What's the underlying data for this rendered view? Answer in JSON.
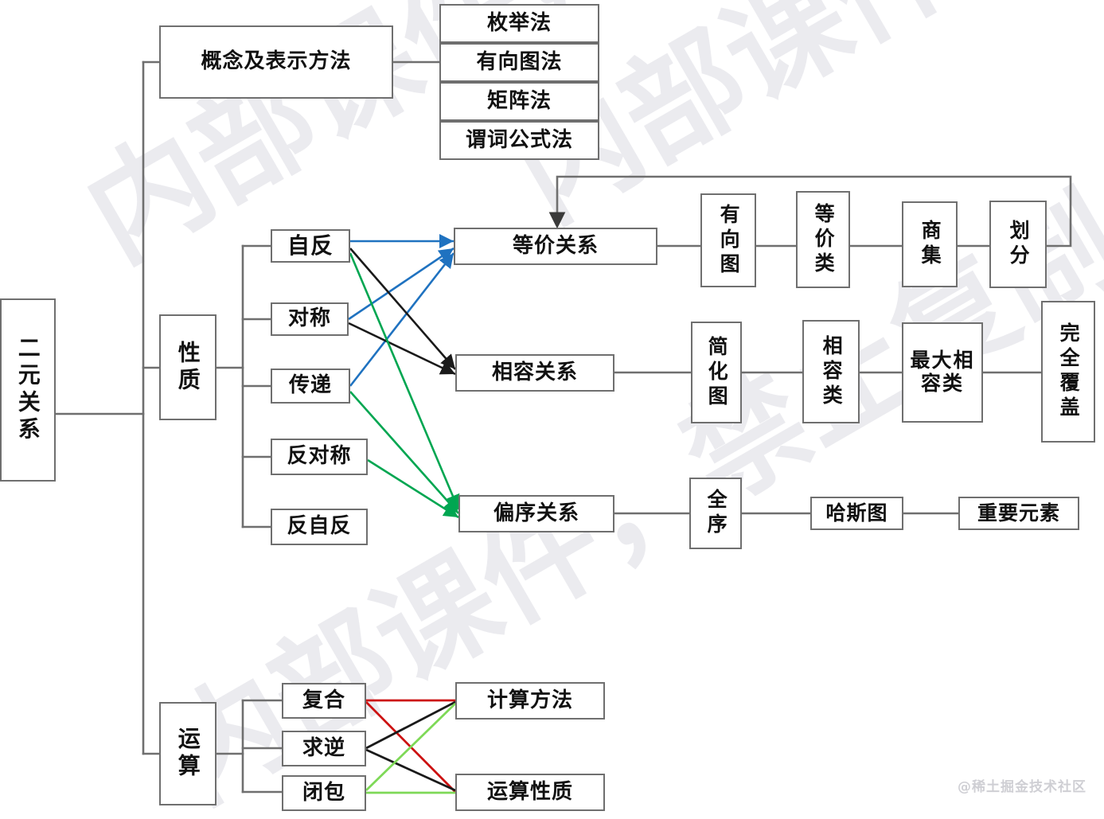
{
  "diagram": {
    "title": "二元关系",
    "root": {
      "label": "二元关系"
    },
    "branches": {
      "concept": {
        "label": "概念及表示方法",
        "children": [
          {
            "label": "枚举法"
          },
          {
            "label": "有向图法"
          },
          {
            "label": "矩阵法"
          },
          {
            "label": "谓词公式法"
          }
        ]
      },
      "properties": {
        "label": "性质",
        "children": [
          {
            "label": "自反"
          },
          {
            "label": "对称"
          },
          {
            "label": "传递"
          },
          {
            "label": "反对称"
          },
          {
            "label": "反自反"
          }
        ]
      },
      "operations": {
        "label": "运算",
        "children": [
          {
            "label": "复合"
          },
          {
            "label": "求逆"
          },
          {
            "label": "闭包"
          }
        ],
        "targets": [
          {
            "label": "计算方法"
          },
          {
            "label": "运算性质"
          }
        ]
      }
    },
    "relations": [
      {
        "label": "等价关系",
        "from_properties": [
          "自反",
          "对称",
          "传递"
        ],
        "edge_color": "#1f72c0",
        "chain": [
          {
            "label": "有向图"
          },
          {
            "label": "等价类"
          },
          {
            "label": "商集"
          },
          {
            "label": "划分"
          }
        ],
        "feedback": true
      },
      {
        "label": "相容关系",
        "from_properties": [
          "自反",
          "对称"
        ],
        "edge_color": "#1a1a1a",
        "chain": [
          {
            "label": "简化图"
          },
          {
            "label": "相容类"
          },
          {
            "label": "最大相容类"
          },
          {
            "label": "完全覆盖"
          }
        ],
        "feedback": false
      },
      {
        "label": "偏序关系",
        "from_properties": [
          "自反",
          "传递",
          "反对称"
        ],
        "edge_color": "#00a651",
        "chain": [
          {
            "label": "全序"
          },
          {
            "label": "哈斯图"
          },
          {
            "label": "重要元素"
          }
        ],
        "feedback": false
      }
    ],
    "operation_edges": [
      {
        "from": "复合",
        "to": "计算方法",
        "color": "#cc1111"
      },
      {
        "from": "复合",
        "to": "运算性质",
        "color": "#cc1111"
      },
      {
        "from": "求逆",
        "to": "计算方法",
        "color": "#1a1a1a"
      },
      {
        "from": "求逆",
        "to": "运算性质",
        "color": "#1a1a1a"
      },
      {
        "from": "闭包",
        "to": "计算方法",
        "color": "#7ed957"
      },
      {
        "from": "闭包",
        "to": "运算性质",
        "color": "#7ed957"
      }
    ],
    "colors": {
      "box_border": "#6f6f6f",
      "connector": "#6f6f6f",
      "text": "#111111",
      "equivalence_edge": "#1f72c0",
      "compatibility_edge": "#1a1a1a",
      "partial_order_edge": "#00a651",
      "composition_edge": "#cc1111",
      "inverse_edge": "#1a1a1a",
      "closure_edge": "#7ed957",
      "watermark": "#e9e9ec"
    }
  },
  "watermarks": {
    "texts": [
      "内部课件，禁止复制",
      "内部课件，禁止复制",
      "内部课件，禁止复制"
    ],
    "credit": "@稀土掘金技术社区"
  }
}
